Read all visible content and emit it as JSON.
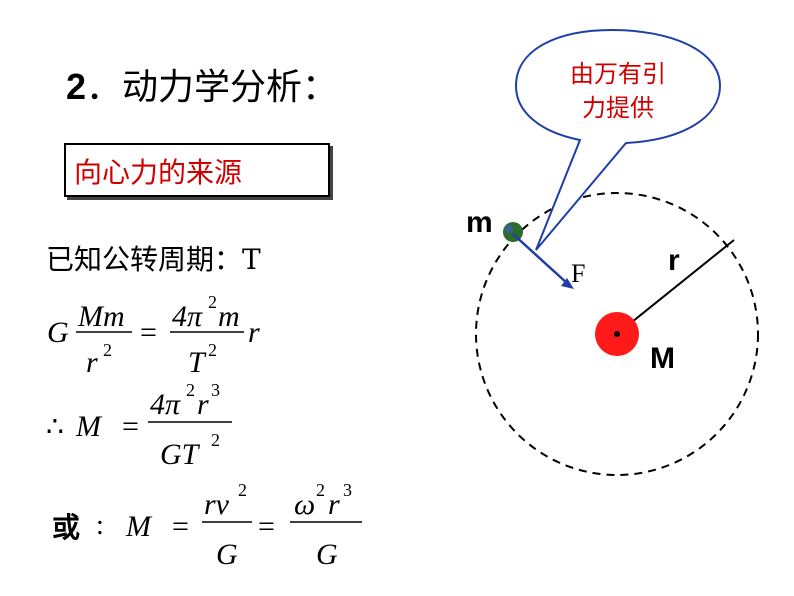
{
  "heading": {
    "number": "2",
    "text": "．动力学分析："
  },
  "boxed_title": "向心力的来源",
  "known_line": {
    "text": "已知公转周期：",
    "symbol": "T"
  },
  "equations": {
    "eq1": {
      "G": "G",
      "num_left": "Mm",
      "den_left": "r",
      "den_left_exp": "2",
      "eq": "=",
      "num_right_coef": "4π",
      "num_right_exp": "2",
      "num_right_var": "m",
      "den_right": "T",
      "den_right_exp": "2",
      "tail": "r"
    },
    "eq2": {
      "therefore": "∴",
      "lhs": "M",
      "eq": "=",
      "num": "4π",
      "num_exp1": "2",
      "num_r": "r",
      "num_exp2": "3",
      "den": "GT",
      "den_exp": "2"
    },
    "eq3": {
      "or_label": "或",
      "colon": ":",
      "lhs": "M",
      "eq1": "=",
      "num1": "rv",
      "num1_exp": "2",
      "den1": "G",
      "eq2": "=",
      "num2_a": "ω",
      "num2_exp1": "2",
      "num2_b": "r",
      "num2_exp2": "3",
      "den2": "G"
    }
  },
  "diagram": {
    "bubble_text_line1": "由万有引",
    "bubble_text_line2": "力提供",
    "label_m": "m",
    "label_F": "F",
    "label_r": "r",
    "label_M": "M"
  },
  "colors": {
    "accent_red": "#d00000",
    "bubble_border": "#1f3fa8",
    "central_mass": "#ff1a1a",
    "planet": "#2e6b2e"
  }
}
